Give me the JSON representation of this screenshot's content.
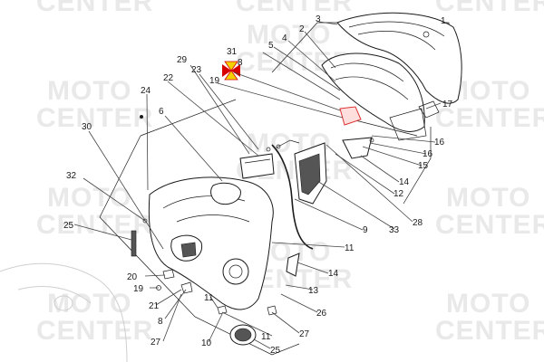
{
  "watermark": {
    "line1": "MOTO",
    "line2": "CENTER"
  },
  "labels": [
    {
      "id": "1",
      "text": "1"
    },
    {
      "id": "3",
      "text": "3"
    },
    {
      "id": "2",
      "text": "2"
    },
    {
      "id": "4",
      "text": "4"
    },
    {
      "id": "5",
      "text": "5"
    },
    {
      "id": "31",
      "text": "31"
    },
    {
      "id": "8",
      "text": "8"
    },
    {
      "id": "19",
      "text": "19"
    },
    {
      "id": "29",
      "text": "29"
    },
    {
      "id": "22",
      "text": "22"
    },
    {
      "id": "23",
      "text": "23"
    },
    {
      "id": "24",
      "text": "24"
    },
    {
      "id": "6",
      "text": "6"
    },
    {
      "id": "30",
      "text": "30"
    },
    {
      "id": "32",
      "text": "32"
    },
    {
      "id": "25a",
      "text": "25"
    },
    {
      "id": "17",
      "text": "17"
    },
    {
      "id": "16a",
      "text": "16"
    },
    {
      "id": "16b",
      "text": "16"
    },
    {
      "id": "15",
      "text": "15"
    },
    {
      "id": "14a",
      "text": "14"
    },
    {
      "id": "12",
      "text": "12"
    },
    {
      "id": "28",
      "text": "28"
    },
    {
      "id": "33",
      "text": "33"
    },
    {
      "id": "9",
      "text": "9"
    },
    {
      "id": "11a",
      "text": "11"
    },
    {
      "id": "14b",
      "text": "14"
    },
    {
      "id": "13",
      "text": "13"
    },
    {
      "id": "26",
      "text": "26"
    },
    {
      "id": "27a",
      "text": "27"
    },
    {
      "id": "11b",
      "text": "11"
    },
    {
      "id": "25b",
      "text": "25"
    },
    {
      "id": "10",
      "text": "10"
    },
    {
      "id": "27b",
      "text": "27"
    },
    {
      "id": "8b",
      "text": "8"
    },
    {
      "id": "21",
      "text": "21"
    },
    {
      "id": "19b",
      "text": "19"
    },
    {
      "id": "20",
      "text": "20"
    },
    {
      "id": "11c",
      "text": "11"
    }
  ]
}
